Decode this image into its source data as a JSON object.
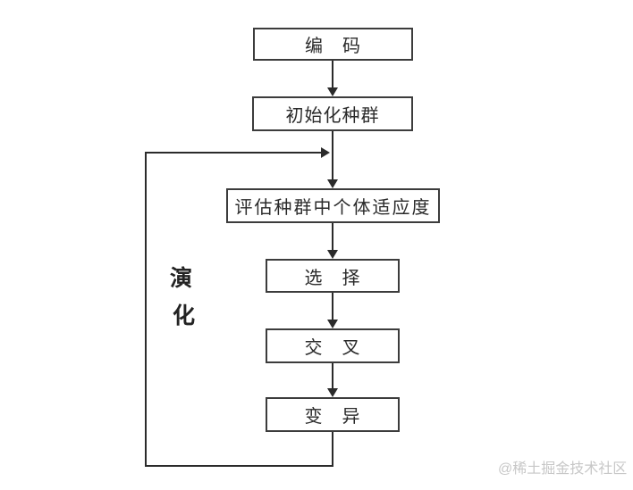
{
  "diagram": {
    "type": "flowchart",
    "nodes": [
      {
        "id": "encode",
        "label": "编　码"
      },
      {
        "id": "init",
        "label": "初始化种群"
      },
      {
        "id": "evaluate",
        "label": "评估种群中个体适应度"
      },
      {
        "id": "select",
        "label": "选　择"
      },
      {
        "id": "cross",
        "label": "交　叉"
      },
      {
        "id": "mutate",
        "label": "变　异"
      }
    ],
    "edges": [
      {
        "from": "编码",
        "to": "初始化种群"
      },
      {
        "from": "初始化种群",
        "to": "评估种群中个体适应度"
      },
      {
        "from": "评估种群中个体适应度",
        "to": "选择"
      },
      {
        "from": "选择",
        "to": "交叉"
      },
      {
        "from": "交叉",
        "to": "变异"
      },
      {
        "from": "变异",
        "to": "评估种群中个体适应度",
        "type": "loop",
        "label": "演化"
      }
    ],
    "loop_label": {
      "char1": "演",
      "char2": "化"
    },
    "colors": {
      "line": "#2b2b2b",
      "box_border": "#3c3c3c",
      "text": "#2a2a2a",
      "background": "#ffffff",
      "watermark": "#c7c7c7"
    }
  },
  "watermark": {
    "text": "@稀土掘金技术社区"
  }
}
